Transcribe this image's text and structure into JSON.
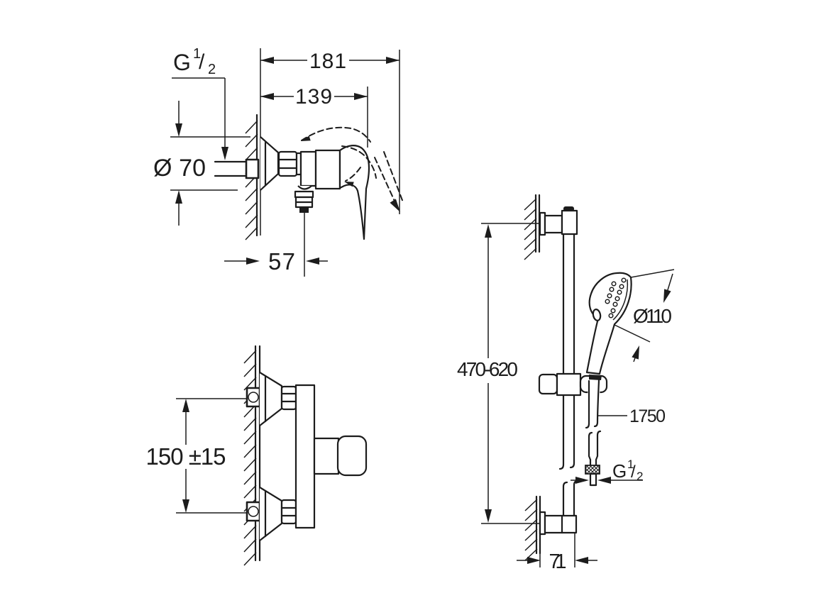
{
  "side_view": {
    "thread_label": {
      "g": "G",
      "numerator": "1",
      "slash": "/",
      "denominator": "2"
    },
    "dim_total_depth": "181",
    "dim_body_depth": "139",
    "dim_escutcheon_diameter": "Ø 70",
    "dim_outlet_offset": "57"
  },
  "front_view": {
    "dim_inlet_spacing": "150 ±15"
  },
  "rail_view": {
    "dim_height_range": "470-620",
    "dim_head_diameter": "Ø110",
    "dim_hose_length": "1750",
    "thread_label": {
      "g": "G",
      "numerator": "1",
      "slash": "/",
      "denominator": "2"
    },
    "dim_wall_offset": "71"
  },
  "colors": {
    "line": "#1c1c1c",
    "background": "#ffffff"
  }
}
